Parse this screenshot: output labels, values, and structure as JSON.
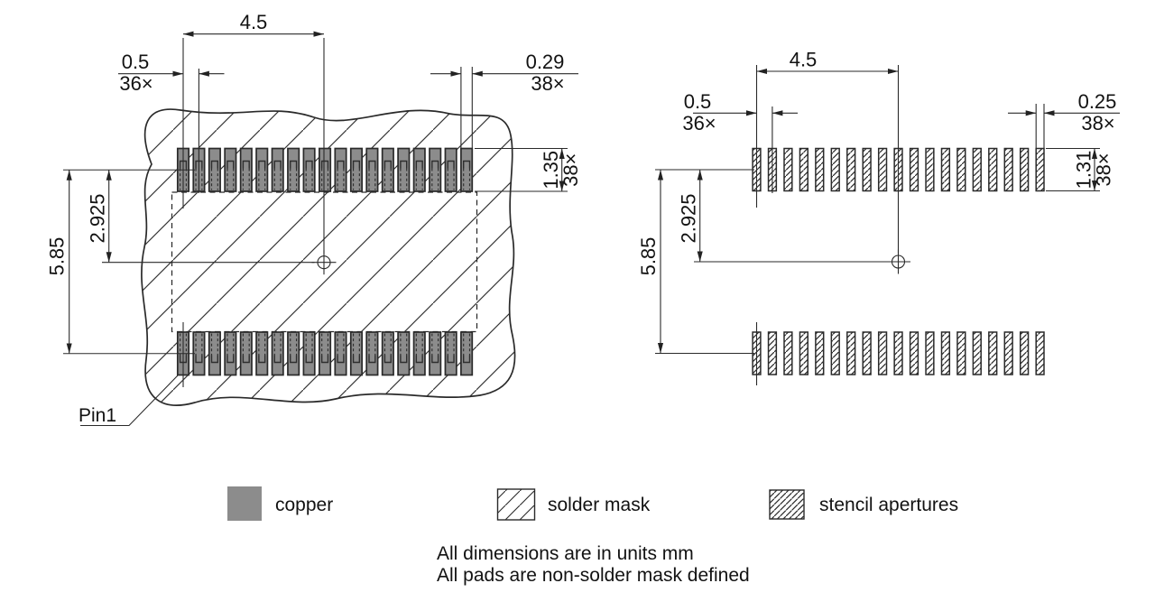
{
  "left_view": {
    "dim_pin1_to_center": "4.5",
    "pitch": {
      "value": "0.5",
      "count": "36×"
    },
    "pad_width": {
      "value": "0.29",
      "count": "38×"
    },
    "pad_height": {
      "value": "1.35",
      "count": "38×"
    },
    "row_span": "5.85",
    "row_center_offset": "2.925",
    "pin1_label": "Pin1",
    "pads_per_row": 19,
    "rows": 2
  },
  "right_view": {
    "dim_pin1_to_center": "4.5",
    "pitch": {
      "value": "0.5",
      "count": "36×"
    },
    "aperture_width": {
      "value": "0.25",
      "count": "38×"
    },
    "aperture_height": {
      "value": "1.31",
      "count": "38×"
    },
    "row_span": "5.85",
    "row_center_offset": "2.925",
    "apertures_per_row": 19,
    "rows": 2
  },
  "legend": {
    "items": [
      {
        "swatch": "copper-swatch",
        "label": "copper"
      },
      {
        "swatch": "solder-mask-swatch",
        "label": "solder mask"
      },
      {
        "swatch": "stencil-apertures-swatch",
        "label": "stencil apertures"
      }
    ]
  },
  "notes": {
    "line1": "All dimensions are in units mm",
    "line2": "All pads are non-solder mask defined"
  },
  "colors": {
    "copper": "#8c8c8c",
    "line": "#2a2a2a",
    "background": "#ffffff"
  }
}
